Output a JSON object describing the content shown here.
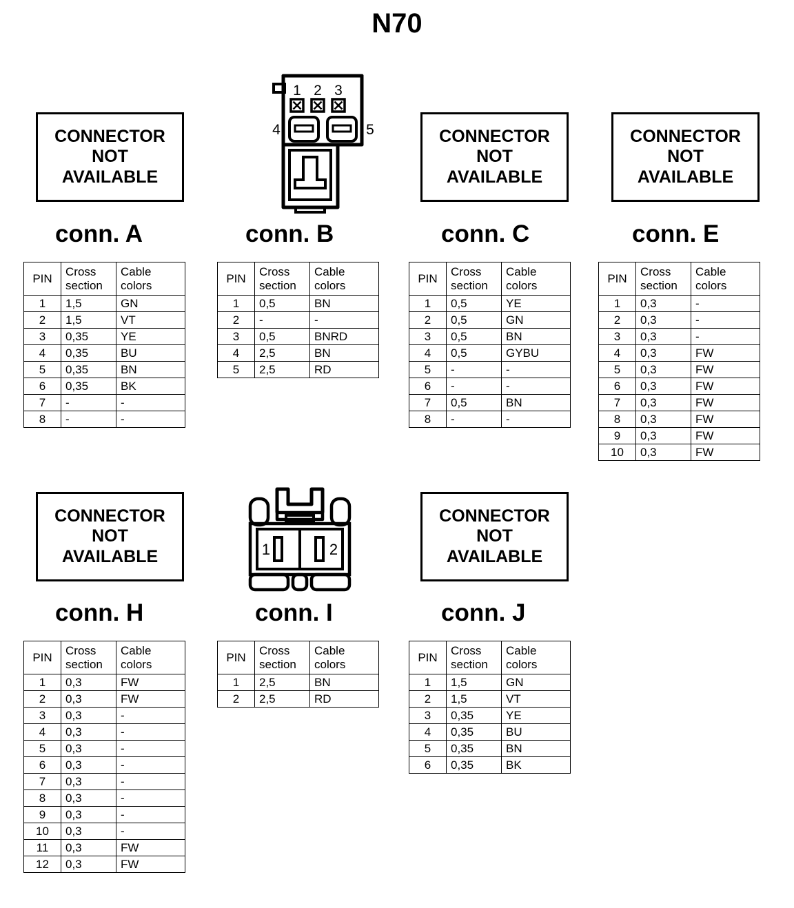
{
  "title": "N70",
  "placeholder": {
    "line1": "CONNECTOR",
    "line2": "NOT",
    "line3": "AVAILABLE"
  },
  "table_headers": {
    "pin": "PIN",
    "cross_1": "Cross",
    "cross_2": "section",
    "cable_1": "Cable",
    "cable_2": "colors"
  },
  "connectors": [
    {
      "id": "a",
      "caption": "conn. A",
      "drawing": "not-available",
      "rows": [
        {
          "pin": "1",
          "cross_section": "1,5",
          "cable_colors": "GN"
        },
        {
          "pin": "2",
          "cross_section": "1,5",
          "cable_colors": "VT"
        },
        {
          "pin": "3",
          "cross_section": "0,35",
          "cable_colors": "YE"
        },
        {
          "pin": "4",
          "cross_section": "0,35",
          "cable_colors": "BU"
        },
        {
          "pin": "5",
          "cross_section": "0,35",
          "cable_colors": "BN"
        },
        {
          "pin": "6",
          "cross_section": "0,35",
          "cable_colors": "BK"
        },
        {
          "pin": "7",
          "cross_section": "-",
          "cable_colors": "-"
        },
        {
          "pin": "8",
          "cross_section": "-",
          "cable_colors": "-"
        }
      ]
    },
    {
      "id": "b",
      "caption": "conn. B",
      "drawing": "connector-b",
      "pin_labels": [
        "1",
        "2",
        "3",
        "4",
        "5"
      ],
      "rows": [
        {
          "pin": "1",
          "cross_section": "0,5",
          "cable_colors": "BN"
        },
        {
          "pin": "2",
          "cross_section": "-",
          "cable_colors": "-"
        },
        {
          "pin": "3",
          "cross_section": "0,5",
          "cable_colors": "BNRD"
        },
        {
          "pin": "4",
          "cross_section": "2,5",
          "cable_colors": "BN"
        },
        {
          "pin": "5",
          "cross_section": "2,5",
          "cable_colors": "RD"
        }
      ]
    },
    {
      "id": "c",
      "caption": "conn. C",
      "drawing": "not-available",
      "rows": [
        {
          "pin": "1",
          "cross_section": "0,5",
          "cable_colors": "YE"
        },
        {
          "pin": "2",
          "cross_section": "0,5",
          "cable_colors": "GN"
        },
        {
          "pin": "3",
          "cross_section": "0,5",
          "cable_colors": "BN"
        },
        {
          "pin": "4",
          "cross_section": "0,5",
          "cable_colors": "GYBU"
        },
        {
          "pin": "5",
          "cross_section": "-",
          "cable_colors": "-"
        },
        {
          "pin": "6",
          "cross_section": "-",
          "cable_colors": "-"
        },
        {
          "pin": "7",
          "cross_section": "0,5",
          "cable_colors": "BN"
        },
        {
          "pin": "8",
          "cross_section": "-",
          "cable_colors": "-"
        }
      ]
    },
    {
      "id": "e",
      "caption": "conn. E",
      "drawing": "not-available",
      "rows": [
        {
          "pin": "1",
          "cross_section": "0,3",
          "cable_colors": "-"
        },
        {
          "pin": "2",
          "cross_section": "0,3",
          "cable_colors": "-"
        },
        {
          "pin": "3",
          "cross_section": "0,3",
          "cable_colors": "-"
        },
        {
          "pin": "4",
          "cross_section": "0,3",
          "cable_colors": "FW"
        },
        {
          "pin": "5",
          "cross_section": "0,3",
          "cable_colors": "FW"
        },
        {
          "pin": "6",
          "cross_section": "0,3",
          "cable_colors": "FW"
        },
        {
          "pin": "7",
          "cross_section": "0,3",
          "cable_colors": "FW"
        },
        {
          "pin": "8",
          "cross_section": "0,3",
          "cable_colors": "FW"
        },
        {
          "pin": "9",
          "cross_section": "0,3",
          "cable_colors": "FW"
        },
        {
          "pin": "10",
          "cross_section": "0,3",
          "cable_colors": "FW"
        }
      ]
    },
    {
      "id": "h",
      "caption": "conn. H",
      "drawing": "not-available",
      "rows": [
        {
          "pin": "1",
          "cross_section": "0,3",
          "cable_colors": "FW"
        },
        {
          "pin": "2",
          "cross_section": "0,3",
          "cable_colors": "FW"
        },
        {
          "pin": "3",
          "cross_section": "0,3",
          "cable_colors": "-"
        },
        {
          "pin": "4",
          "cross_section": "0,3",
          "cable_colors": "-"
        },
        {
          "pin": "5",
          "cross_section": "0,3",
          "cable_colors": "-"
        },
        {
          "pin": "6",
          "cross_section": "0,3",
          "cable_colors": "-"
        },
        {
          "pin": "7",
          "cross_section": "0,3",
          "cable_colors": "-"
        },
        {
          "pin": "8",
          "cross_section": "0,3",
          "cable_colors": "-"
        },
        {
          "pin": "9",
          "cross_section": "0,3",
          "cable_colors": "-"
        },
        {
          "pin": "10",
          "cross_section": "0,3",
          "cable_colors": "-"
        },
        {
          "pin": "11",
          "cross_section": "0,3",
          "cable_colors": "FW"
        },
        {
          "pin": "12",
          "cross_section": "0,3",
          "cable_colors": "FW"
        }
      ]
    },
    {
      "id": "i",
      "caption": "conn. I",
      "drawing": "connector-i",
      "pin_labels": [
        "1",
        "2"
      ],
      "rows": [
        {
          "pin": "1",
          "cross_section": "2,5",
          "cable_colors": "BN"
        },
        {
          "pin": "2",
          "cross_section": "2,5",
          "cable_colors": "RD"
        }
      ]
    },
    {
      "id": "j",
      "caption": "conn. J",
      "drawing": "not-available",
      "rows": [
        {
          "pin": "1",
          "cross_section": "1,5",
          "cable_colors": "GN"
        },
        {
          "pin": "2",
          "cross_section": "1,5",
          "cable_colors": "VT"
        },
        {
          "pin": "3",
          "cross_section": "0,35",
          "cable_colors": "YE"
        },
        {
          "pin": "4",
          "cross_section": "0,35",
          "cable_colors": "BU"
        },
        {
          "pin": "5",
          "cross_section": "0,35",
          "cable_colors": "BN"
        },
        {
          "pin": "6",
          "cross_section": "0,35",
          "cable_colors": "BK"
        }
      ]
    }
  ],
  "colors": {
    "ink": "#000000",
    "paper": "#ffffff"
  }
}
